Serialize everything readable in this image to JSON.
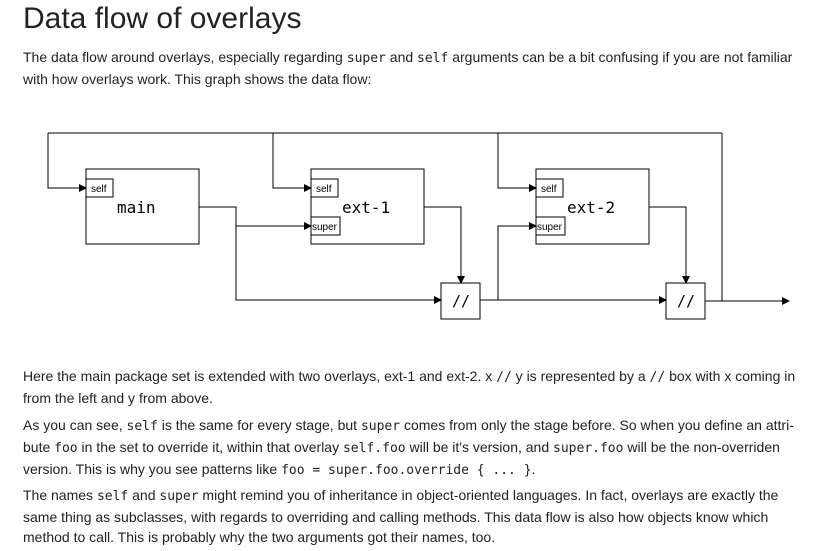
{
  "title": "Data flow of overlays",
  "intro": {
    "t1": "The data flow around overlays, especially regarding ",
    "c1": "super",
    "t2": " and ",
    "c2": "self",
    "t3": " arguments can be a bit confusing if you are not familiar with how overlays work. This graph shows the data flow:"
  },
  "diagram": {
    "main": "main",
    "ext1": "ext-1",
    "ext2": "ext-2",
    "self_label": "self",
    "super_label": "super",
    "merge_label": "//"
  },
  "para2": {
    "t1": "Here the main package set is extended with two overlays, ext-1 and ext-2. x ",
    "c1": "//",
    "t2": " y is represented by a ",
    "c2": "//",
    "t3": " box with x coming in from the left and y from above."
  },
  "para3": {
    "t1": "As you can see, ",
    "c1": "self",
    "t2": " is the same for every stage, but ",
    "c2": "super",
    "t3": " comes from only the stage before. So when you define an attri­bute ",
    "c3": "foo",
    "t4": " in the set to override it, within that overlay ",
    "c4": "self.foo",
    "t5": " will be it's version, and ",
    "c5": "super.foo",
    "t6": " will be the non-overriden version. This is why you see patterns like ",
    "c6": "foo = super.foo.override { ... }",
    "t7": "."
  },
  "para4": {
    "t1": "The names ",
    "c1": "self",
    "t2": " and ",
    "c2": "super",
    "t3": " might remind you of inheritance in object-oriented languages. In fact, overlays are exactly the same thing as subclasses, with regards to overriding and calling methods. This data flow is also how objects know which method to call. This is probably why the two arguments got their names, too."
  }
}
